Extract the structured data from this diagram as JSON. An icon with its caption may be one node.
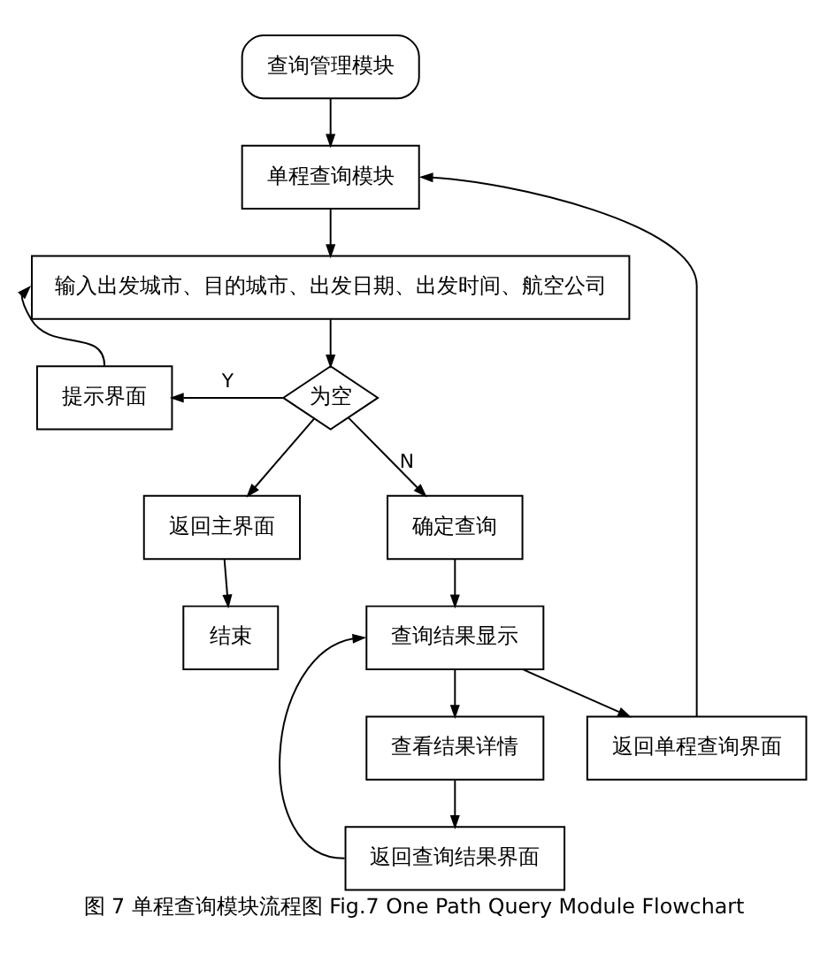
{
  "diagram": {
    "caption": "图 7 单程查询模块流程图 Fig.7 One Path Query Module Flowchart",
    "nodes": [
      {
        "text": [
          "查询管理模块"
        ]
      },
      {
        "text": [
          "单程查询模块"
        ]
      },
      {
        "text": [
          "输入出发城市、目的城市、出发日期、出发时间、航空公司"
        ]
      },
      {
        "text": [
          "为空"
        ]
      },
      {
        "text": [
          "提示界面"
        ]
      },
      {
        "text": [
          "返回主界面"
        ]
      },
      {
        "text": [
          "确定查询"
        ]
      },
      {
        "text": [
          "结束"
        ]
      },
      {
        "text": [
          "查询结果显示"
        ]
      },
      {
        "text": [
          "查看结果详情"
        ]
      },
      {
        "text": [
          "返回单程查询界面"
        ]
      },
      {
        "text": [
          "返回查询结果界面"
        ]
      }
    ],
    "edges": [
      {
        "from": 0,
        "to": 1,
        "arrow": "to"
      },
      {
        "from": 1,
        "to": 2,
        "arrow": "to"
      },
      {
        "from": 2,
        "to": 3,
        "arrow": "to"
      },
      {
        "from": 3,
        "to": 4,
        "arrow": "to",
        "label": "Y"
      },
      {
        "from": 3,
        "to": 5,
        "arrow": "to"
      },
      {
        "from": 3,
        "to": 6,
        "arrow": "to",
        "label": "N"
      },
      {
        "from": 4,
        "to": 2,
        "arrow": "to"
      },
      {
        "from": 5,
        "to": 7,
        "arrow": "to"
      },
      {
        "from": 6,
        "to": 8,
        "arrow": "to"
      },
      {
        "from": 8,
        "to": 9,
        "arrow": "to"
      },
      {
        "from": 8,
        "to": 10,
        "arrow": "to"
      },
      {
        "from": 9,
        "to": 11,
        "arrow": "to"
      },
      {
        "from": 11,
        "to": 8,
        "arrow": "to"
      },
      {
        "from": 10,
        "to": 1,
        "arrow": "to"
      }
    ]
  }
}
